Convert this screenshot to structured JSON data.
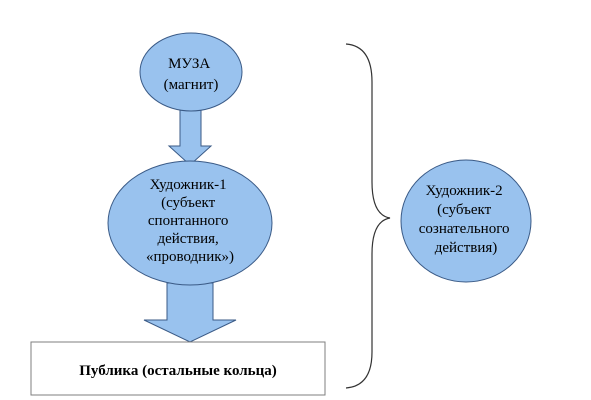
{
  "colors": {
    "node_fill": "#99c2ee",
    "node_stroke": "#3a5a86",
    "arrow_fill": "#99c2ee",
    "box_stroke": "#7f7f7f",
    "brace_stroke": "#333333"
  },
  "nodes": {
    "muse": {
      "lines": [
        "МУЗА",
        "(магнит)"
      ]
    },
    "artist1": {
      "lines": [
        "Художник-1",
        "(субъект",
        "спонтанного",
        "действия,",
        "«проводник»)"
      ]
    },
    "artist2": {
      "lines": [
        "Художник-2",
        "(субъект",
        "сознательного",
        "действия)"
      ]
    }
  },
  "public_box": {
    "label": "Публика (остальные кольца)"
  }
}
